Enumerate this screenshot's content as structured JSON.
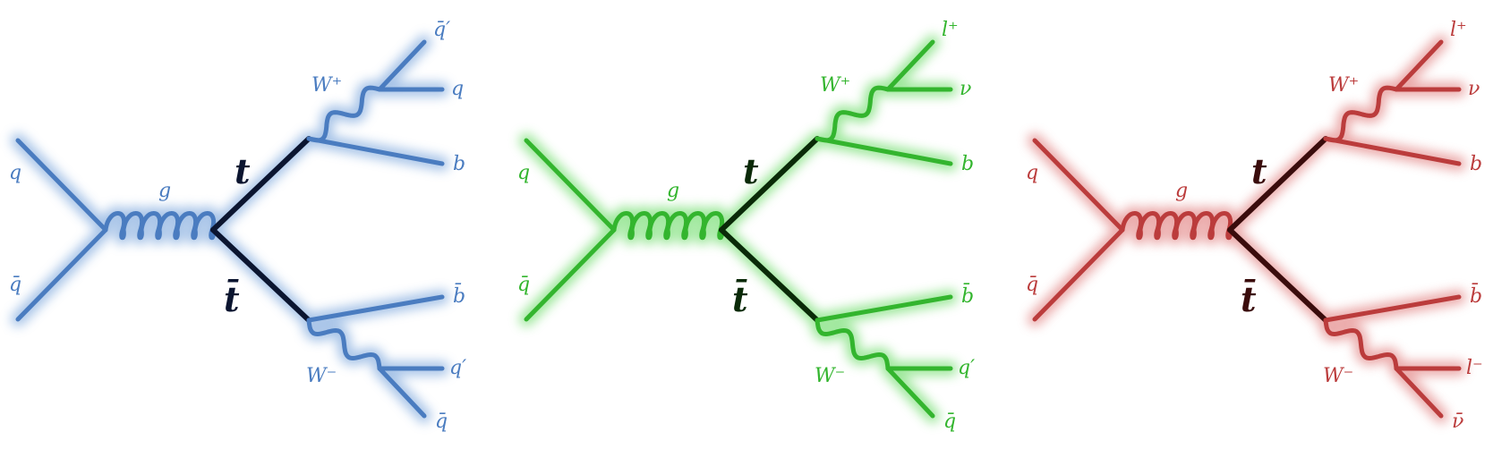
{
  "diagrams": [
    {
      "id": "all-hadronic",
      "color": "#4a7cc0",
      "glow": "#8ab0e0",
      "top_color": "#0b1530",
      "labels": {
        "q_in": "q",
        "qbar_in": "q̄",
        "gluon": "g",
        "top": "t",
        "antitop": "t̄",
        "w_plus": "W⁺",
        "w_minus": "W⁻",
        "up1": "q̄′",
        "up2": "q",
        "b": "b",
        "bbar": "b̄",
        "dn1": "q′",
        "dn2": "q̄"
      }
    },
    {
      "id": "lepton-plus-jets",
      "color": "#33b52e",
      "glow": "#7ee07a",
      "top_color": "#0a2a08",
      "labels": {
        "q_in": "q",
        "qbar_in": "q̄",
        "gluon": "g",
        "top": "t",
        "antitop": "t̄",
        "w_plus": "W⁺",
        "w_minus": "W⁻",
        "up1": "l⁺",
        "up2": "ν",
        "b": "b",
        "bbar": "b̄",
        "dn1": "q′",
        "dn2": "q̄"
      }
    },
    {
      "id": "dilepton",
      "color": "#bb3c3c",
      "glow": "#e48d8d",
      "top_color": "#3a0c0c",
      "labels": {
        "q_in": "q",
        "qbar_in": "q̄",
        "gluon": "g",
        "top": "t",
        "antitop": "t̄",
        "w_plus": "W⁺",
        "w_minus": "W⁻",
        "up1": "l⁺",
        "up2": "ν",
        "b": "b",
        "bbar": "b̄",
        "dn1": "l⁻",
        "dn2": "ν̄"
      }
    }
  ]
}
